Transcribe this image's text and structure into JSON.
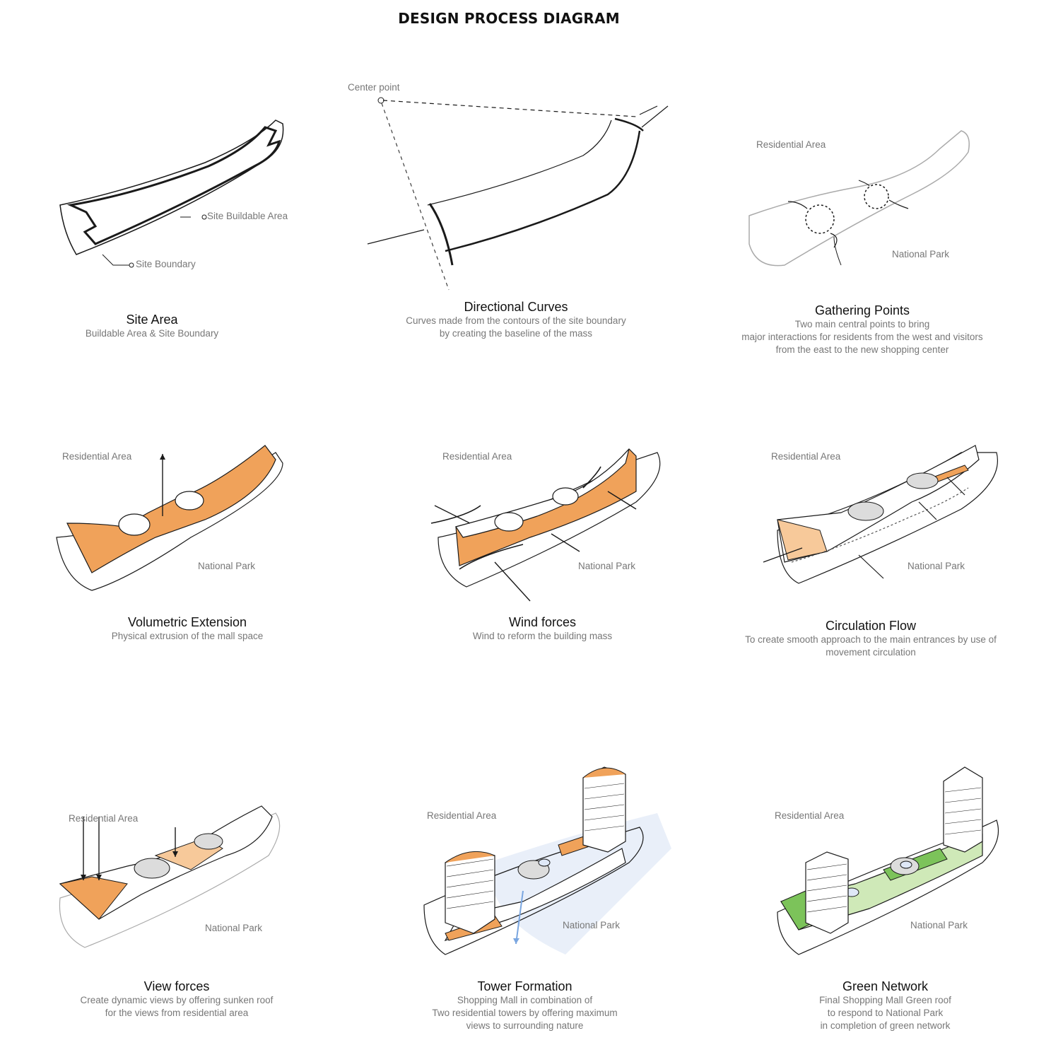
{
  "title": "DESIGN PROCESS DIAGRAM",
  "panels": [
    {
      "title": "Site Area",
      "description": [
        "Buildable Area & Site Boundary"
      ],
      "labels": {
        "buildable": "Site Buildable Area",
        "boundary": "Site Boundary"
      }
    },
    {
      "title": "Directional Curves",
      "description": [
        "Curves made from the contours of the site boundary",
        "by creating the baseline of the mass"
      ],
      "labels": {
        "center": "Center point"
      }
    },
    {
      "title": "Gathering Points",
      "description": [
        "Two main central points to bring",
        "major interactions for residents from the west and visitors",
        "from the east  to the new shopping center"
      ],
      "labels": {
        "residential": "Residential Area",
        "park": "National Park"
      }
    },
    {
      "title": "Volumetric Extension",
      "description": [
        "Physical extrusion of the mall space"
      ],
      "labels": {
        "residential": "Residential Area",
        "park": "National Park"
      }
    },
    {
      "title": "Wind forces",
      "description": [
        "Wind to reform the building mass"
      ],
      "labels": {
        "residential": "Residential Area",
        "park": "National Park"
      }
    },
    {
      "title": "Circulation Flow",
      "description": [
        "To create smooth approach to the main entrances by use of",
        "movement circulation"
      ],
      "labels": {
        "residential": "Residential Area",
        "park": "National Park"
      }
    },
    {
      "title": "View forces",
      "description": [
        "Create dynamic views by offering sunken roof",
        "for the views from residential area"
      ],
      "labels": {
        "residential": "Residential Area",
        "park": "National Park"
      }
    },
    {
      "title": "Tower Formation",
      "description": [
        "Shopping Mall in combination of",
        "Two residential towers by offering maximum",
        "views to surrounding nature"
      ],
      "labels": {
        "residential": "Residential Area",
        "park": "National Park"
      }
    },
    {
      "title": "Green Network",
      "description": [
        "Final Shopping Mall Green roof",
        "to respond to National Park",
        "in completion of green network"
      ],
      "labels": {
        "residential": "Residential Area",
        "park": "National Park"
      }
    }
  ],
  "colors": {
    "orange": "#f0a25a",
    "light_orange": "#f7c99a",
    "green": "#7cc35a",
    "light_green": "#cfe9b8",
    "grey": "#dcdcdc",
    "blue": "#7aa6e0",
    "light_blue": "#dfe8f7",
    "line": "#1a1a1a",
    "label": "#777777"
  },
  "icons": [
    "arrow-icon",
    "dashed-circle-icon",
    "tower-icon"
  ]
}
